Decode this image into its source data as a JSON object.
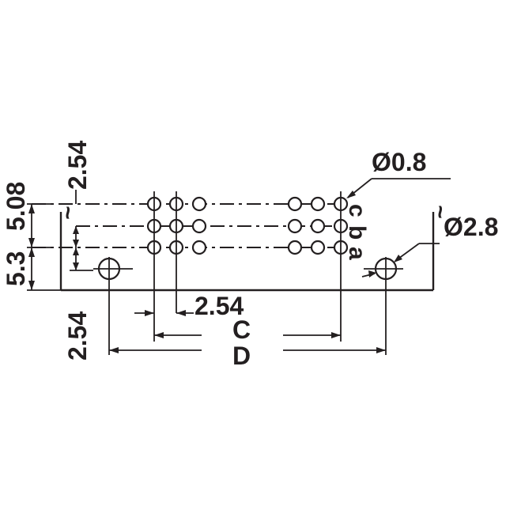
{
  "drawing": {
    "dim_pitch_vertical_top": "2.54",
    "dim_pitch_vertical_bottom": "2.54",
    "dim_row_span": "5.08",
    "dim_offset": "5.3",
    "dim_pitch_horizontal": "2.54",
    "dim_pin_hole": "Ø0.8",
    "dim_mount_hole": "Ø2.8",
    "dim_c": "C",
    "dim_d": "D",
    "row_label_c": "c",
    "row_label_b": "b",
    "row_label_a": "a",
    "break_mark": "~"
  }
}
